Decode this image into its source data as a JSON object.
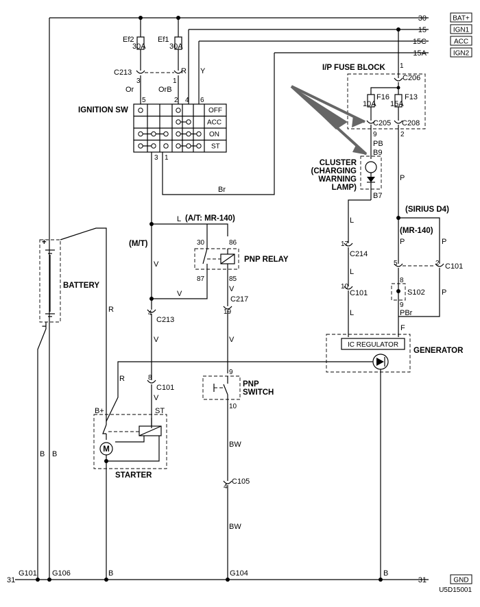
{
  "power_rails": [
    {
      "num": "30",
      "tag": "BAT+"
    },
    {
      "num": "15",
      "tag": "IGN1"
    },
    {
      "num": "15C",
      "tag": "ACC"
    },
    {
      "num": "15A",
      "tag": "IGN2"
    }
  ],
  "ground_rail": {
    "num_left": "31",
    "num_right": "31",
    "tag": "GND"
  },
  "fuses": {
    "ef2": {
      "name": "Ef2",
      "rating": "30A"
    },
    "ef1": {
      "name": "Ef1",
      "rating": "30A"
    },
    "f16": {
      "name": "F16",
      "rating": "10A"
    },
    "f13": {
      "name": "F13",
      "rating": "15A"
    }
  },
  "connectors": {
    "c213_top": "C213",
    "c213_low": "C213",
    "c206": "C206",
    "c205": "C205",
    "c208": "C208",
    "c214": "C214",
    "c101_l": "C101",
    "c101_r": "C101",
    "c101_st": "C101",
    "c217": "C217",
    "c105": "C105",
    "s102": "S102",
    "g101": "G101",
    "g106": "G106",
    "g104": "G104"
  },
  "pins": {
    "c213_3": "3",
    "c213_1": "1",
    "sw_5": "5",
    "sw_2": "2",
    "sw_4": "4",
    "sw_6": "6",
    "sw_3": "3",
    "sw_1": "1",
    "c206_1": "1",
    "c205_9": "9",
    "c208_2": "2",
    "b9": "B9",
    "b7": "B7",
    "c214_17": "17",
    "c101_10": "10",
    "c101_5": "5",
    "c101_2": "2",
    "s102_8": "8",
    "s102_9": "9",
    "relay_30": "30",
    "relay_86": "86",
    "relay_87": "87",
    "relay_85": "85",
    "c217_19": "19",
    "c213_4": "4",
    "c101_8": "8",
    "pnp_9": "9",
    "pnp_10": "10",
    "c105_4": "4"
  },
  "wire_colors": {
    "or": "Or",
    "orb": "OrB",
    "r": "R",
    "y": "Y",
    "br": "Br",
    "pb": "PB",
    "p": "P",
    "l1": "L",
    "l2": "L",
    "l3": "L",
    "l4": "L",
    "v1": "V",
    "v2": "V",
    "v3": "V",
    "v4": "V",
    "v5": "V",
    "v6": "V",
    "r_bat": "R",
    "r_st": "R",
    "b1": "B",
    "b2": "B",
    "b3": "B",
    "b4": "B",
    "bw1": "BW",
    "bw2": "BW",
    "p_m1": "P",
    "p_m2": "P",
    "p_m3": "P",
    "pbr": "PBr",
    "f": "F",
    "st": "ST",
    "bplus": "B+"
  },
  "labels": {
    "ignition_sw": "IGNITION SW",
    "ip_fuse_block": "I/P FUSE BLOCK",
    "cluster": "CLUSTER",
    "charging": "(CHARGING",
    "warning": "WARNING",
    "lamp": "LAMP)",
    "battery": "BATTERY",
    "pnp_relay": "PNP RELAY",
    "at_note": "(A/T: MR-140)",
    "mt_note": "(M/T)",
    "sirius": "(SIRIUS D4)",
    "mr140": "(MR-140)",
    "pnp_switch_1": "PNP",
    "pnp_switch_2": "SWITCH",
    "starter": "STARTER",
    "generator": "GENERATOR",
    "ic_regulator": "IC REGULATOR",
    "motor": "M",
    "drawing_code": "U5D15001"
  },
  "switch_positions": [
    "OFF",
    "ACC",
    "ON",
    "ST"
  ]
}
